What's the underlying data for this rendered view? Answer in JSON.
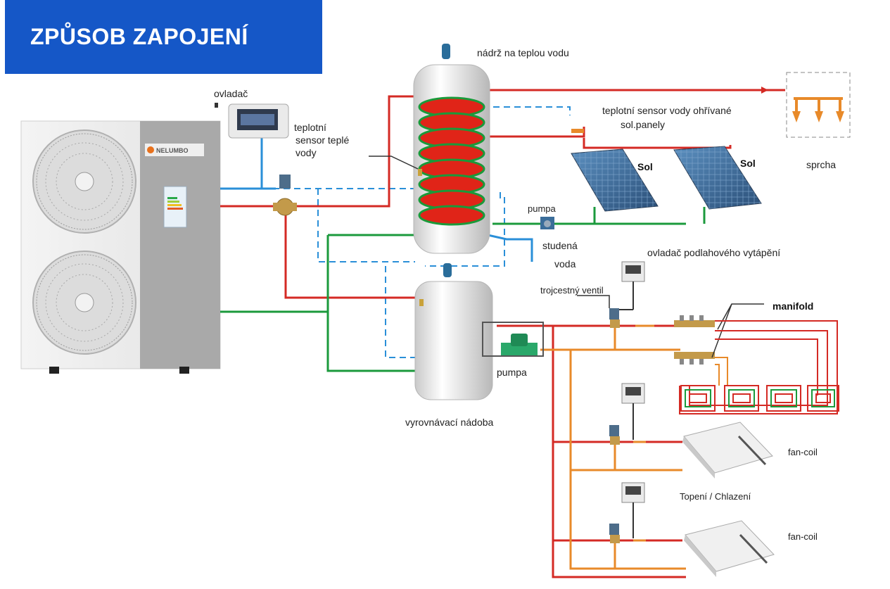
{
  "title": "ZPŮSOB ZAPOJENÍ",
  "brand": "NELUMBO",
  "labels": {
    "ovladac": "ovladač",
    "sensor_teple_1": "teplotní",
    "sensor_teple_2": "sensor teplé",
    "sensor_teple_3": "vody",
    "nadrz": "nádrž na teplou vodu",
    "sensor_sol_1": "teplotní sensor vody ohřívané",
    "sensor_sol_2": "sol.panely",
    "sol_1": "Sol",
    "sol_2": "Sol",
    "sprcha": "sprcha",
    "pumpa_top": "pumpa",
    "studena_1": "studená",
    "studena_2": "voda",
    "ovladac_podlaha": "ovladač podlahového vytápění",
    "trojcestny": "trojcestný ventil",
    "manifold": "manifold",
    "pumpa_bottom": "pumpa",
    "vyrovnavaci": "vyrovnávací nádoba",
    "fancoil_1": "fan-coil",
    "topeni": "Topení / Chlazení",
    "fancoil_2": "fan-coil"
  },
  "colors": {
    "banner": "#1557c7",
    "hot_pipe": "#d42a24",
    "cold_pipe": "#2a8fd8",
    "return_pipe": "#1b9a3c",
    "underfloor_pipe": "#e88a2a",
    "coil": "#e02418",
    "coil_edge": "#1a9a3a",
    "solar_panel": "#3d6f9e"
  },
  "icons": [
    "fan-icon",
    "controller-icon",
    "valve-icon",
    "pump-icon",
    "shower-icon",
    "solar-panel-icon",
    "thermostat-icon",
    "fancoil-icon",
    "manifold-icon"
  ]
}
